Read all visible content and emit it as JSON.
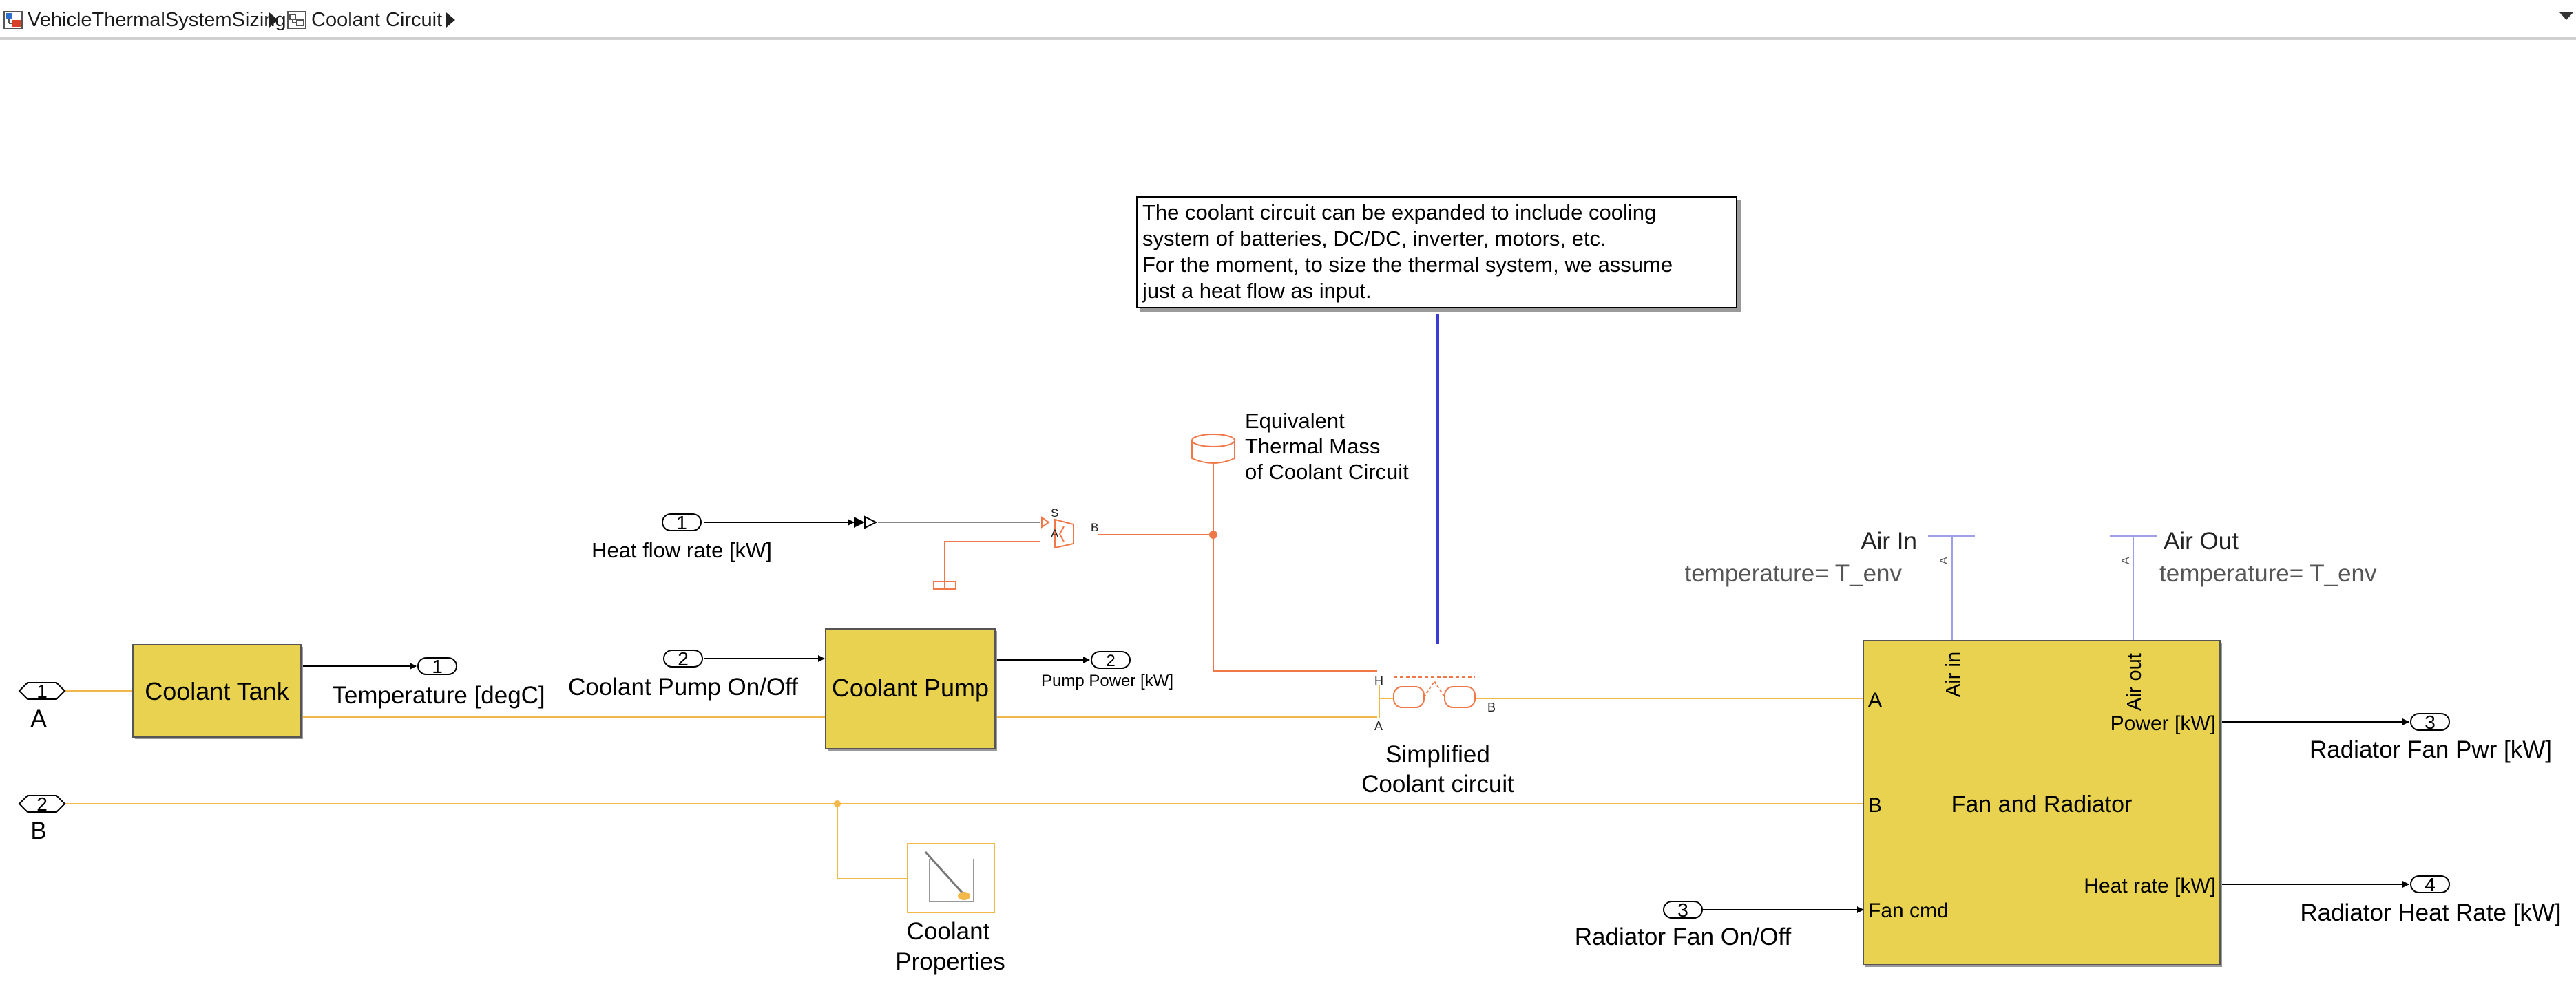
{
  "breadcrumb": {
    "items": [
      {
        "label": "VehicleThermalSystemSizing",
        "icon": "model-icon"
      },
      {
        "label": "Coolant Circuit",
        "icon": "subsystem-icon"
      }
    ]
  },
  "annotation": {
    "lines": [
      "The coolant circuit can be expanded to include cooling",
      "system of batteries, DC/DC, inverter, motors, etc.",
      "For the moment, to size the thermal system, we assume",
      "just a heat flow as input."
    ]
  },
  "inports": {
    "heat_flow": {
      "number": "1",
      "label": "Heat flow rate [kW]"
    },
    "pump_cmd": {
      "number": "2",
      "label": "Coolant Pump On/Off"
    },
    "fan_cmd": {
      "number": "3",
      "label": "Radiator Fan On/Off"
    }
  },
  "outports": {
    "temperature": {
      "number": "1",
      "label": "Temperature [degC]"
    },
    "pump_power": {
      "number": "2",
      "label": "Pump Power [kW]"
    },
    "fan_power": {
      "number": "3",
      "label": "Radiator Fan Pwr [kW]"
    },
    "heat_rate": {
      "number": "4",
      "label": "Radiator Heat Rate [kW]"
    }
  },
  "connports": {
    "a": {
      "number": "1",
      "label": "A"
    },
    "b": {
      "number": "2",
      "label": "B"
    }
  },
  "blocks": {
    "coolant_tank": {
      "label": "Coolant Tank"
    },
    "coolant_pump": {
      "label": "Coolant Pump"
    },
    "fan_radiator": {
      "label": "Fan and Radiator",
      "port_a": "A",
      "port_b": "B",
      "port_fan_cmd": "Fan cmd",
      "port_power": "Power [kW]",
      "port_heat_rate": "Heat rate [kW]",
      "port_air_in": "Air in",
      "port_air_out": "Air out"
    },
    "thermal_mass": {
      "label_lines": [
        "Equivalent",
        "Thermal Mass",
        "of Coolant Circuit"
      ]
    },
    "simplified_circuit": {
      "label_lines": [
        "Simplified",
        "Coolant circuit"
      ],
      "port_h": "H",
      "port_a": "A",
      "port_b": "B"
    },
    "coolant_properties": {
      "label_lines": [
        "Coolant",
        "Properties"
      ]
    },
    "heat_source": {
      "port_s": "S",
      "port_a": "A",
      "port_b": "B"
    },
    "air_in": {
      "label": "Air In",
      "param": "temperature= T_env",
      "port": "A"
    },
    "air_out": {
      "label": "Air Out",
      "param": "temperature= T_env",
      "port": "A"
    }
  },
  "colors": {
    "block_fill": "#e8d24f",
    "thermal_line": "#f07848",
    "liquid_line": "#f2b94a",
    "air_line": "#9f9fe8",
    "annotation_line": "#3a3ad6"
  }
}
